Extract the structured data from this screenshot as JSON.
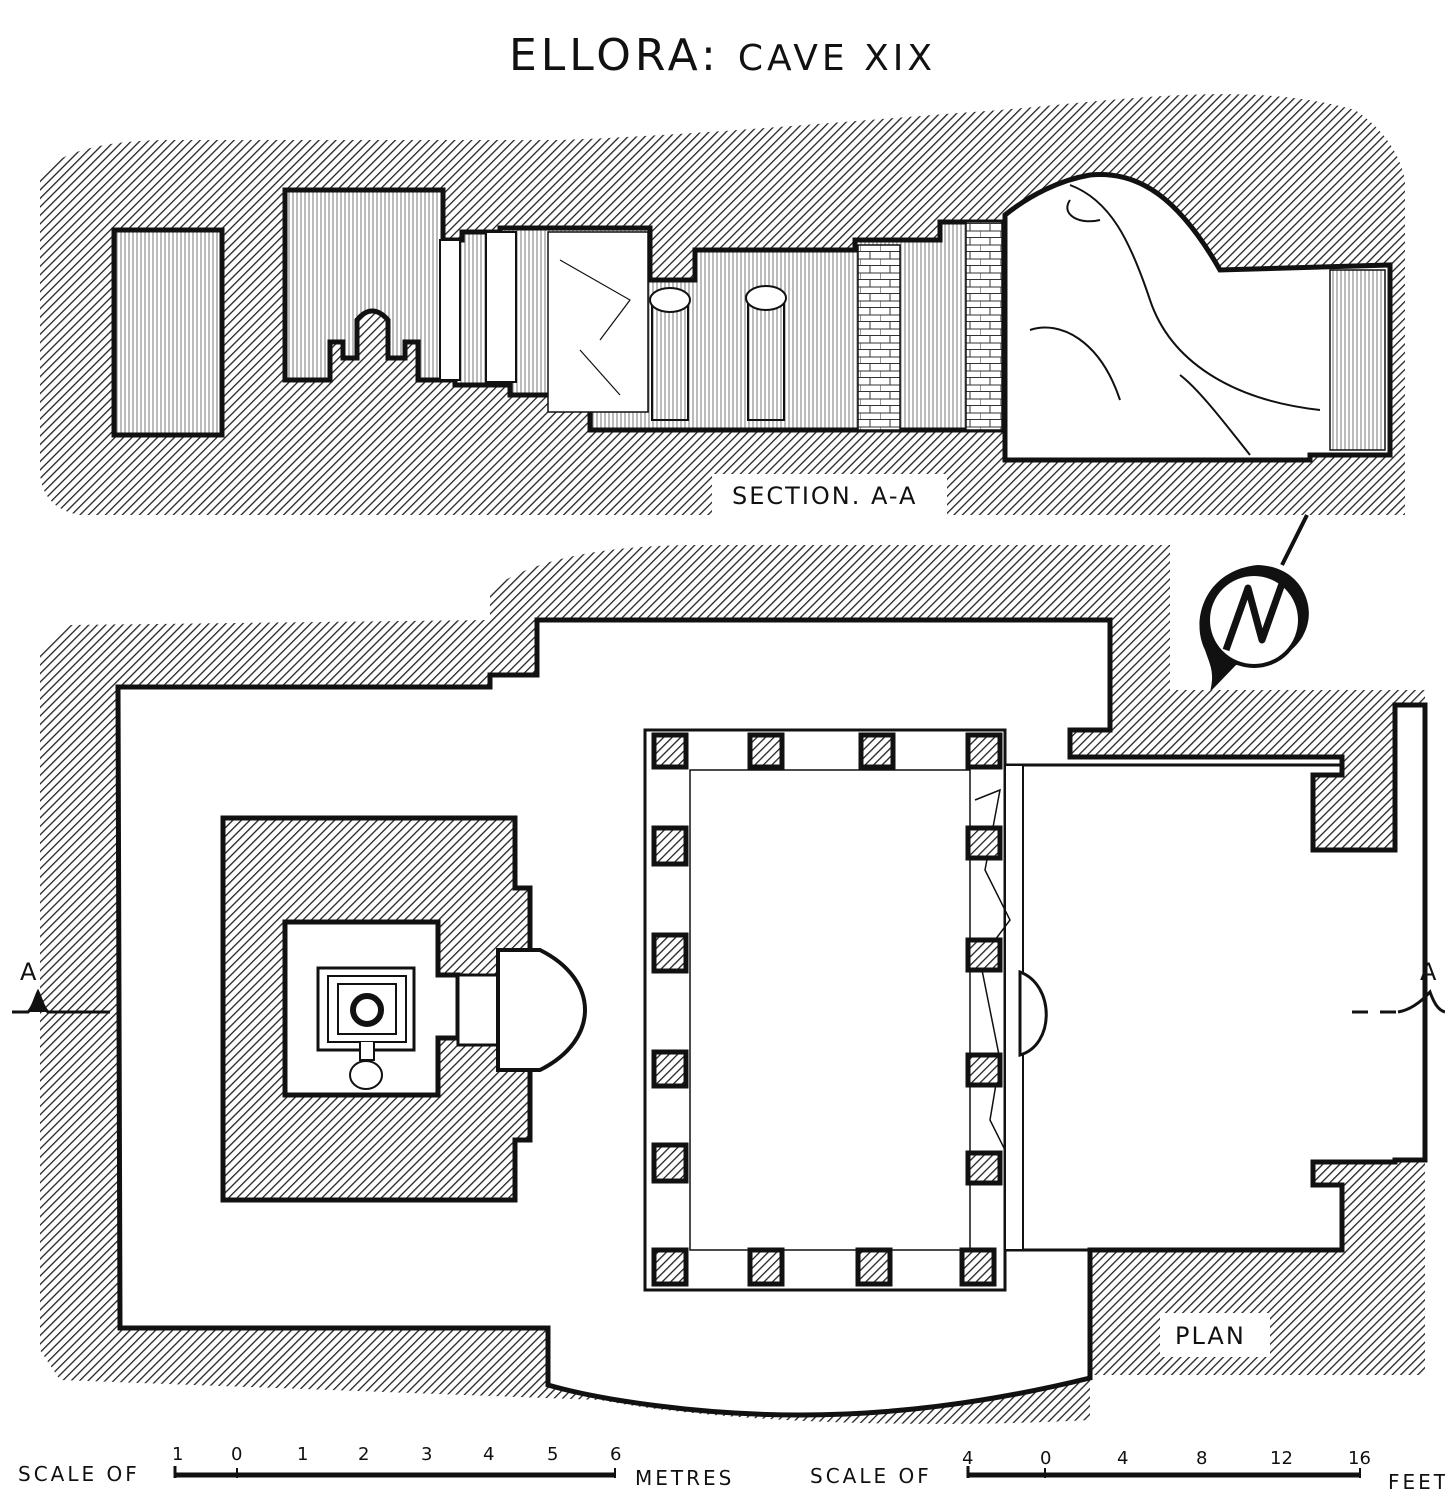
{
  "title": {
    "main": "ELLORA:",
    "sub": "CAVE XIX"
  },
  "section_label": "SECTION. A-A",
  "plan_label": "PLAN",
  "section_marker": "A",
  "north_symbol": "N",
  "scale_metres": {
    "prefix": "SCALE OF",
    "ticks": [
      "1",
      "0",
      "1",
      "2",
      "3",
      "4",
      "5",
      "6"
    ],
    "unit": "METRES"
  },
  "scale_feet": {
    "prefix": "SCALE OF",
    "ticks": [
      "4",
      "0",
      "4",
      "8",
      "12",
      "16"
    ],
    "unit": "FEET"
  }
}
